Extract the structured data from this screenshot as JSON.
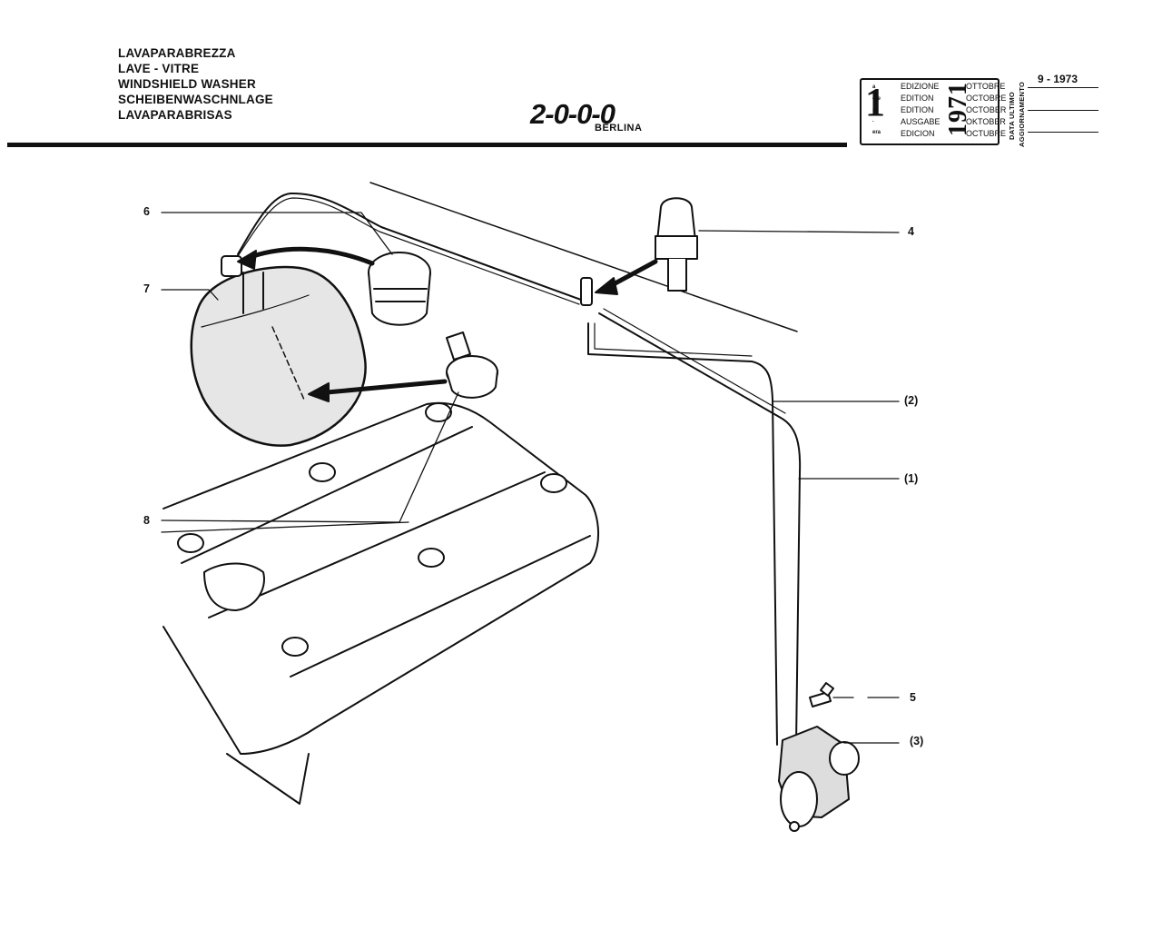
{
  "titles": [
    "LAVAPARABREZZA",
    "LAVE - VITRE",
    "WINDSHIELD WASHER",
    "SCHEIBENWASCHNLAGE",
    "LAVAPARABRISAS"
  ],
  "logo": {
    "model": "2-0-0-0",
    "variant": "BERLINA"
  },
  "edition": {
    "number": "1",
    "superscripts": [
      "a",
      "ère",
      "st",
      ".",
      "era"
    ],
    "labels": [
      "EDIZIONE",
      "EDITION",
      "EDITION",
      "AUSGABE",
      "EDICION"
    ],
    "year": "1971",
    "months": [
      "OTTOBRE",
      "OCTOBRE",
      "OCTOBER",
      "OKTOBER",
      "OCTUBRE"
    ]
  },
  "update": {
    "label_line1": "DATA ULTIMO",
    "label_line2": "AGGIORNAMENTO",
    "date": "9 - 1973"
  },
  "callouts": {
    "c4": "4",
    "c6": "6",
    "c7": "7",
    "c8": "8",
    "c2": "(2)",
    "c1": "(1)",
    "c5": "5",
    "c3": "(3)"
  }
}
